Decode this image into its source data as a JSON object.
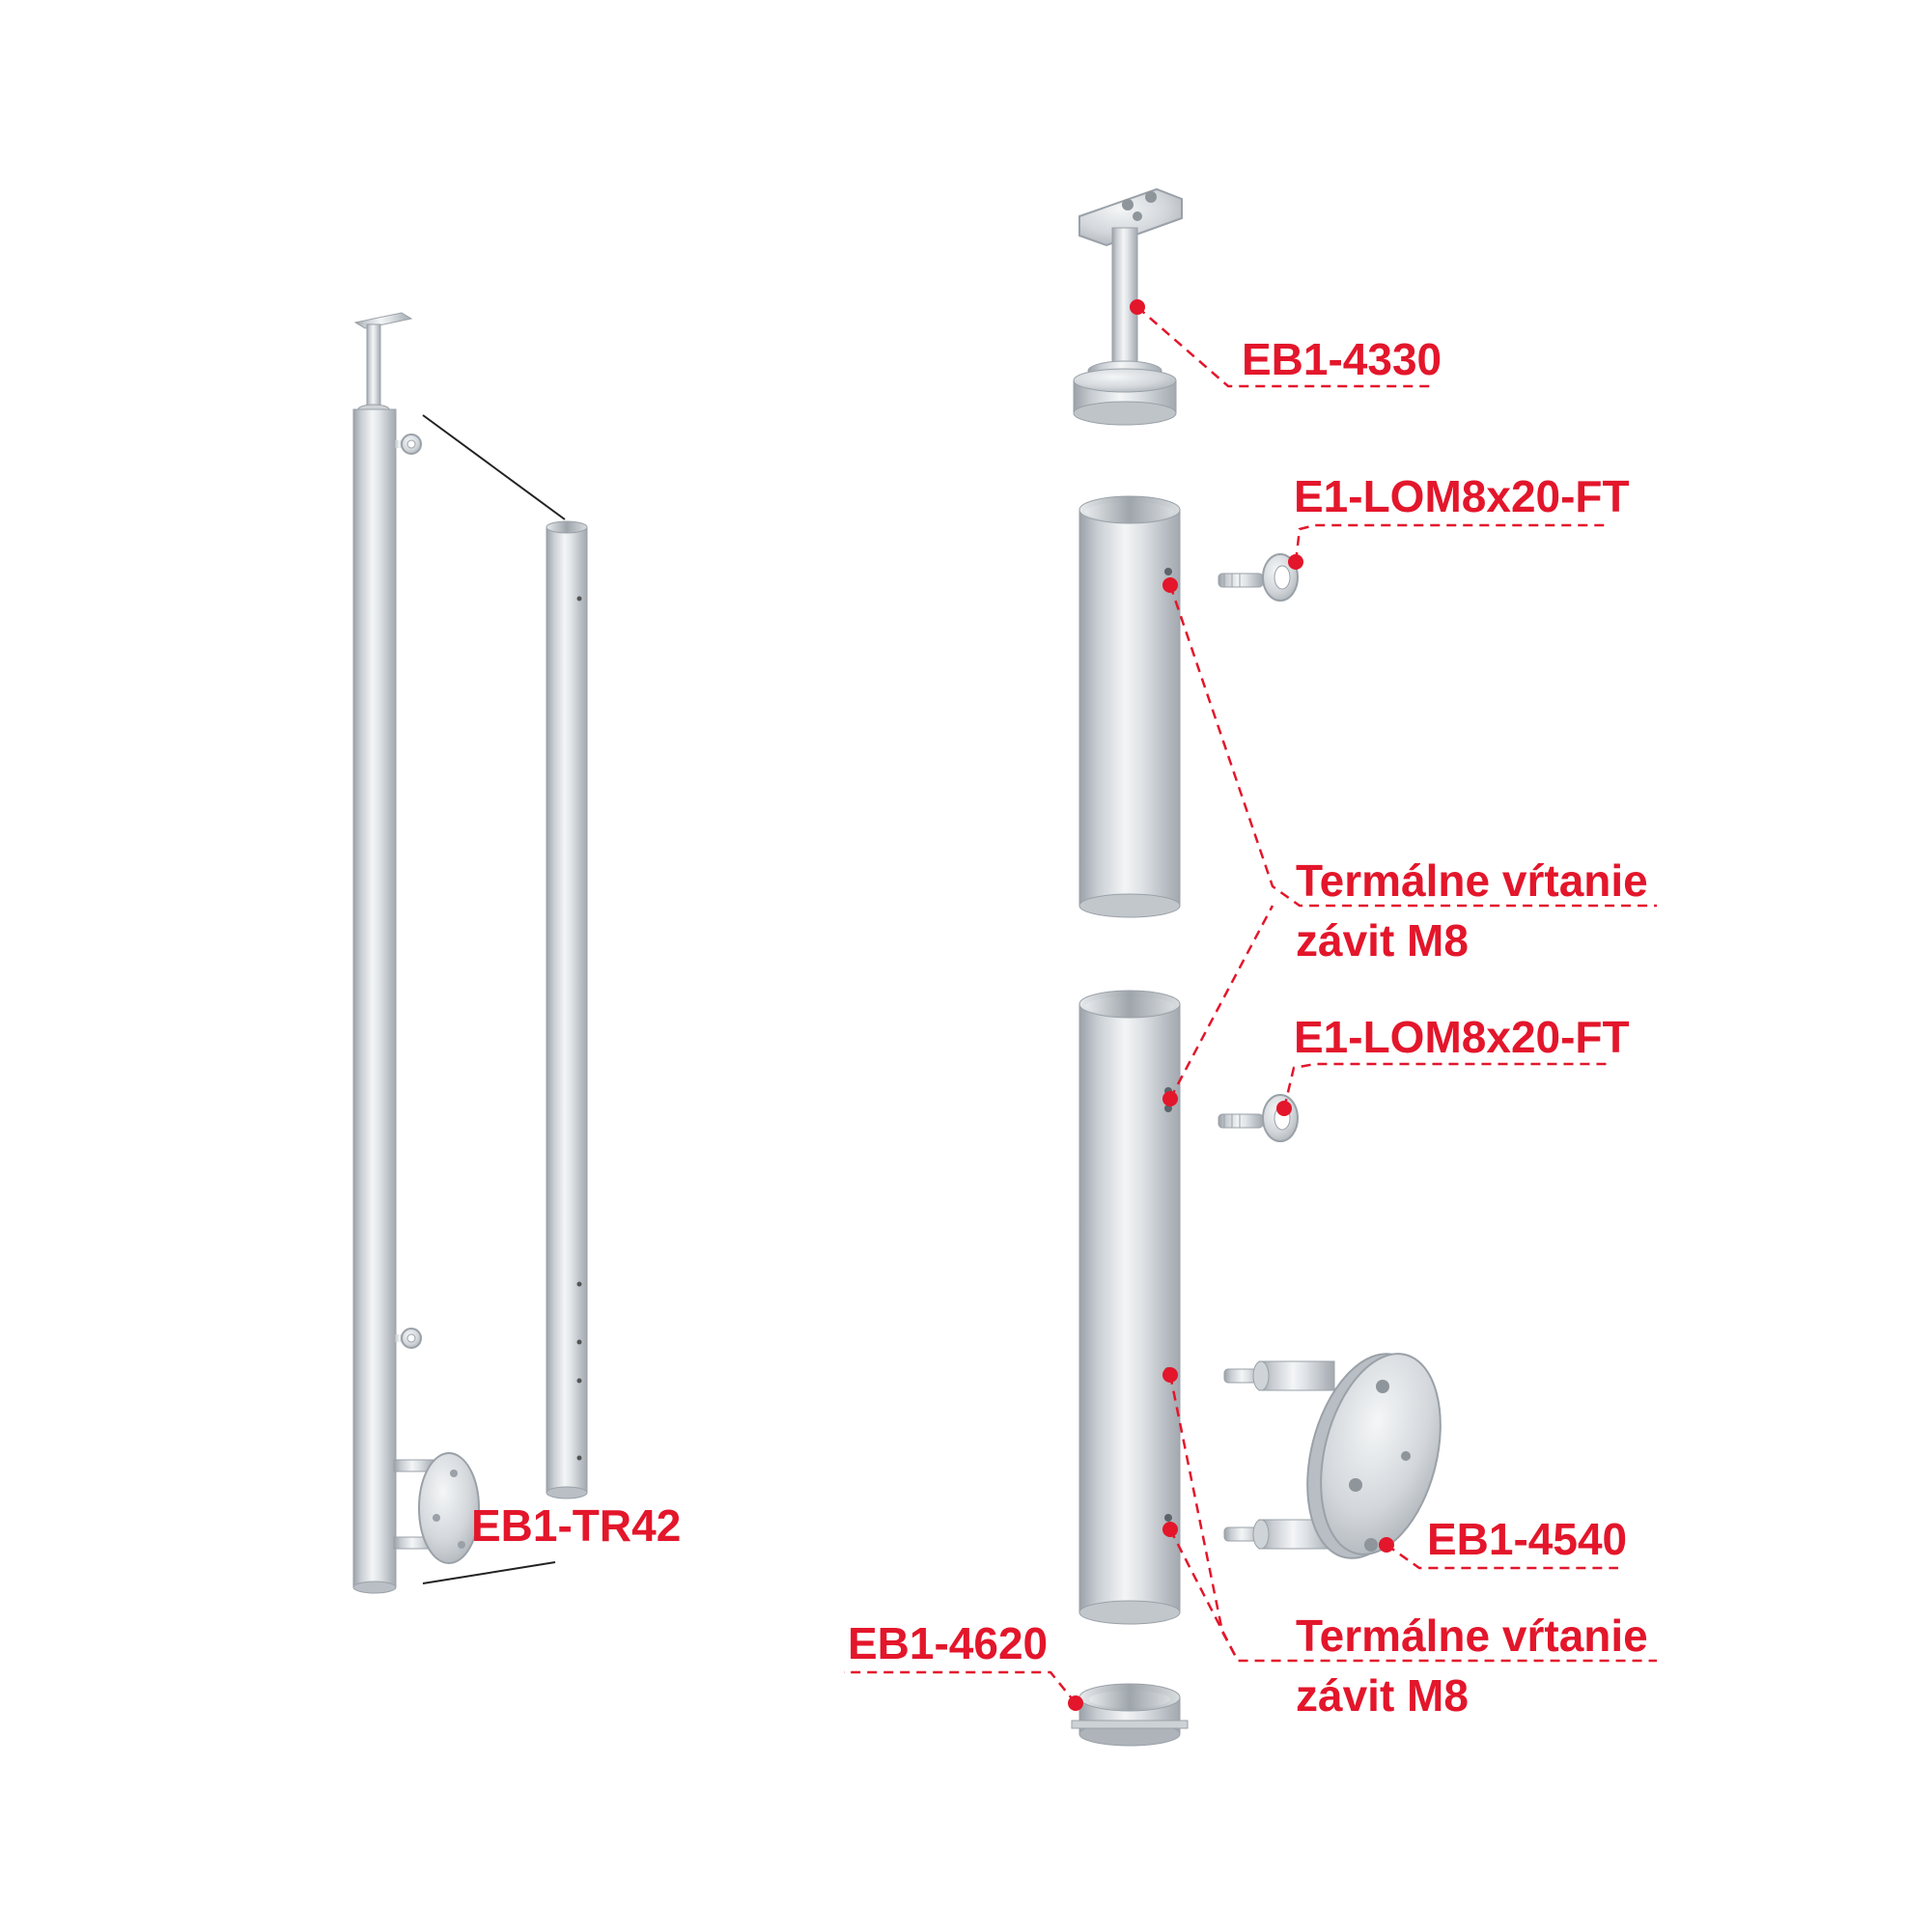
{
  "colors": {
    "label": "#e3162b",
    "leader": "#e3162b",
    "metal_dark": "#9aa1a8",
    "metal_light": "#eef1f3",
    "outline": "#2b2b2b"
  },
  "labels": {
    "tr42": "EB1-TR42",
    "top_holder": "EB1-4330",
    "eye_bolt_1": "E1-LOM8x20-FT",
    "drilling_1_line1": "Termálne vŕtanie",
    "drilling_1_line2": "závit M8",
    "eye_bolt_2": "E1-LOM8x20-FT",
    "side_flange": "EB1-4540",
    "end_cap": "EB1-4620",
    "drilling_2_line1": "Termálne vŕtanie",
    "drilling_2_line2": "závit M8"
  }
}
